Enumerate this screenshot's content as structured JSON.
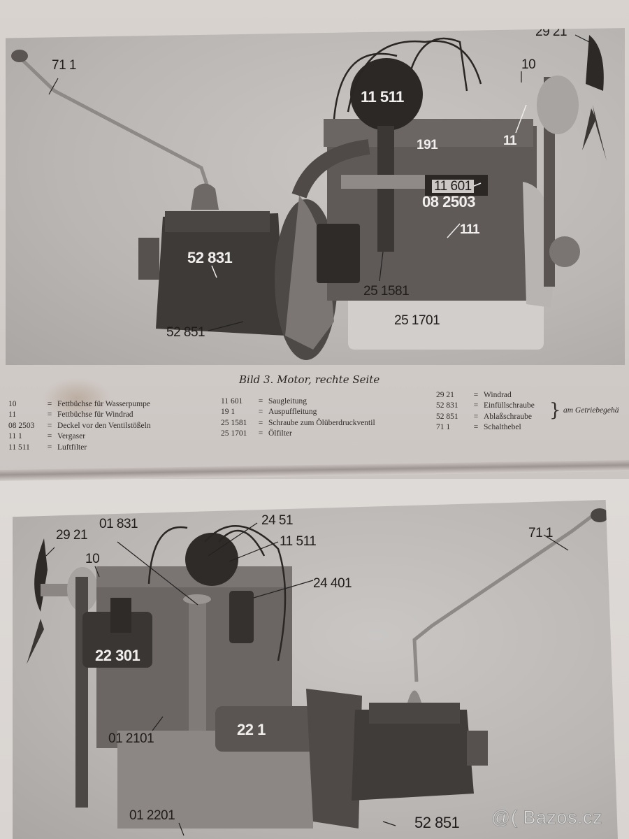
{
  "figure_top": {
    "caption": "Bild 3. Motor, rechte Seite",
    "callouts": {
      "c711": "71 1",
      "c2921": "29 21",
      "c10": "10",
      "c11": "11",
      "c11511": "11 511",
      "c191": "191",
      "c11601": "11 601",
      "c082503": "08 2503",
      "c111": "111",
      "c52831": "52 831",
      "c251581": "25 1581",
      "c251701": "25 1701",
      "c52851": "52 851"
    },
    "legend": {
      "col1": [
        {
          "num": "10",
          "label": "Fettbüchse für Wasserpumpe"
        },
        {
          "num": "11",
          "label": "Fettbüchse für Windrad"
        },
        {
          "num": "08 2503",
          "label": "Deckel vor den Ventilstößeln"
        },
        {
          "num": "11 1",
          "label": "Vergaser"
        },
        {
          "num": "11 511",
          "label": "Luftfilter"
        }
      ],
      "col2": [
        {
          "num": "11 601",
          "label": "Saugleitung"
        },
        {
          "num": "19 1",
          "label": "Auspuffleitung"
        },
        {
          "num": "25 1581",
          "label": "Schraube zum Ölüberdruckventil"
        },
        {
          "num": "25 1701",
          "label": "Ölfilter"
        }
      ],
      "col3": [
        {
          "num": "29 21",
          "label": "Windrad"
        },
        {
          "num": "52 831",
          "label": "Einfüllschraube"
        },
        {
          "num": "52 851",
          "label": "Ablaßschraube"
        },
        {
          "num": "71 1",
          "label": "Schalthebel"
        }
      ],
      "equals": "=",
      "brace_note": "am Getriebegehä"
    }
  },
  "figure_bottom": {
    "callouts": {
      "c2921": "29 21",
      "c01831": "01 831",
      "c10": "10",
      "c2451": "24 51",
      "c11511": "11 511",
      "c24401": "24 401",
      "c22301": "22 301",
      "c711": "71 1",
      "c012101": "01 2101",
      "c221": "22 1",
      "c012201": "01 2201",
      "c52851": "52 851"
    }
  },
  "watermark": "@( Bazos.cz"
}
